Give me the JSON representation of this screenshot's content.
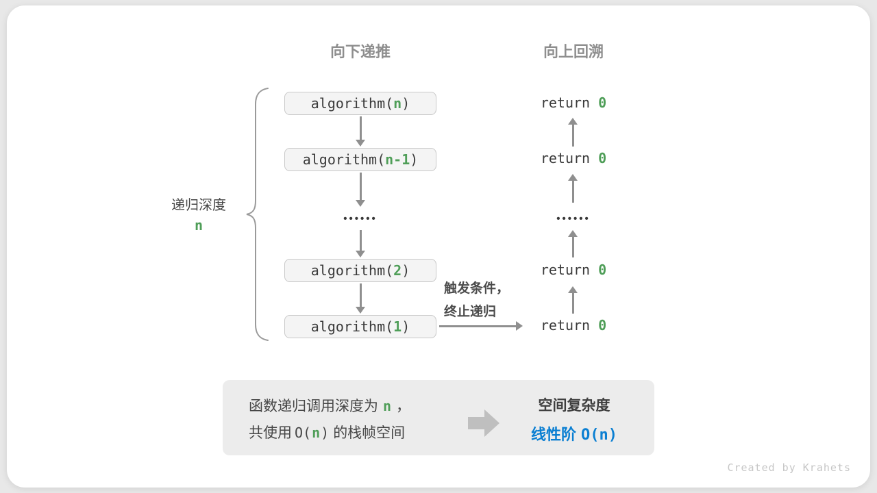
{
  "headers": {
    "recurse": "向下递推",
    "backtrack": "向上回溯"
  },
  "depth_label": {
    "text": "递归深度",
    "value": "n"
  },
  "call_stack": {
    "boxes": [
      {
        "prefix": "algorithm(",
        "arg": "n",
        "suffix": ")"
      },
      {
        "prefix": "algorithm(",
        "arg": "n-1",
        "suffix": ")"
      },
      {
        "prefix": "algorithm(",
        "arg": "2",
        "suffix": ")"
      },
      {
        "prefix": "algorithm(",
        "arg": "1",
        "suffix": ")"
      }
    ],
    "ellipsis": "••••••"
  },
  "returns": {
    "items": [
      {
        "keyword": "return",
        "value": "0"
      },
      {
        "keyword": "return",
        "value": "0"
      },
      {
        "keyword": "return",
        "value": "0"
      },
      {
        "keyword": "return",
        "value": "0"
      }
    ],
    "ellipsis": "••••••"
  },
  "annotation": {
    "line1": "触发条件，",
    "line2": "终止递归"
  },
  "summary": {
    "line1": {
      "pre": "函数递归调用深度为",
      "var": "n",
      "post": "，"
    },
    "line2": {
      "pre": "共使用",
      "code_open": "O(",
      "var": "n",
      "code_close": ")",
      "post": "的栈帧空间"
    },
    "result": {
      "title": "空间复杂度",
      "value_text": "线性阶",
      "value_code": "O(n)"
    }
  },
  "credit": "Created by Krahets",
  "colors": {
    "green": "#4f9e58",
    "blue": "#0b7fd2",
    "arrow_gray": "#8f8f8f",
    "header_gray": "#8e8e8e",
    "code_text": "#3a3a3a",
    "box_bg": "#f4f4f4",
    "box_border": "#c8c8c8",
    "panel_bg": "#ececec",
    "card_bg": "#ffffff",
    "page_bg": "#e8e8e8"
  }
}
